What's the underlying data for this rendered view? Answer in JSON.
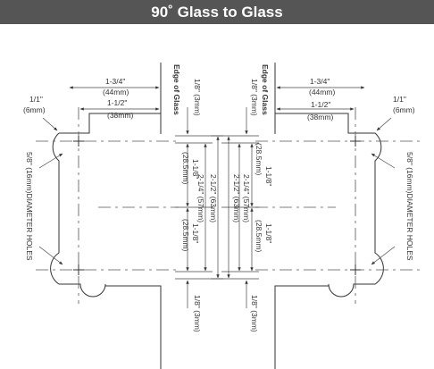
{
  "title": "90˚ Glass to Glass",
  "colors": {
    "title_bar": "#555555",
    "title_text": "#ffffff",
    "line": "#333333"
  },
  "labels": {
    "edge_of_glass": "Edge of Glass",
    "dim_1_1": "1/1\"",
    "dim_6mm": "(6mm)",
    "dim_1_1b": "1/1\"",
    "dim_6mm_b": "(6mm)",
    "dim_1_3_4": "1-3/4\"",
    "dim_44mm": "(44mm)",
    "dim_1_1_2": "1-1/2\"",
    "dim_38mm": "(38mm)",
    "dim_1_8_3mm": "1/8\" (3mm)",
    "dim_2_1_2": "2-1/2\" (63mm)",
    "dim_2_1_4": "2-1/4\" (57mm)",
    "dim_1_1_8": "1-1/8\"",
    "dim_28_5mm": "(28.5mm)",
    "holes_left": "5/8\" (16mm)DIAMETER HOLES",
    "holes_right": "5/8\" (16mm)DIAMETER HOLES"
  }
}
